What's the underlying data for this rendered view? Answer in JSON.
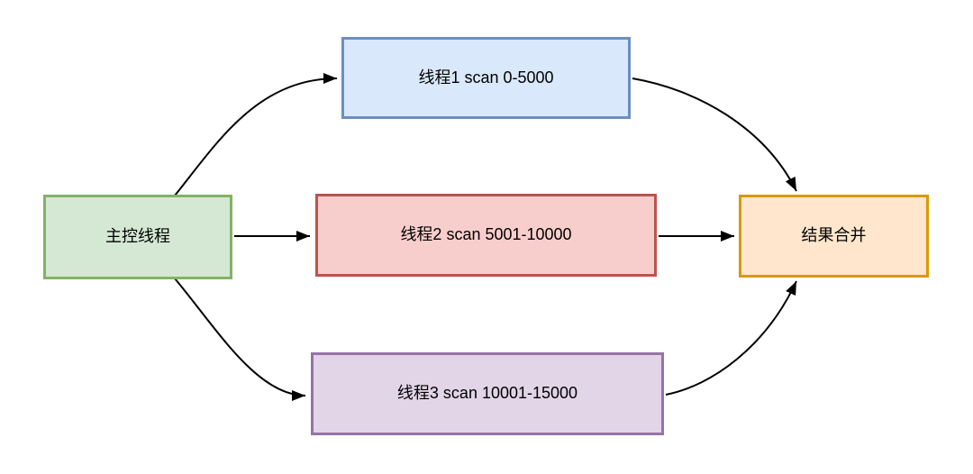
{
  "diagram": {
    "type": "flowchart",
    "background": "#ffffff",
    "arrow_color": "#000000",
    "text_color": "#000000",
    "nodes": {
      "main": {
        "label": "主控线程",
        "fill": "#d5e8d4",
        "border": "#82b366"
      },
      "thread1": {
        "label": "线程1 scan 0-5000",
        "fill": "#dae8fc",
        "border": "#6c8ebf"
      },
      "thread2": {
        "label": "线程2 scan 5001-10000",
        "fill": "#f8cecc",
        "border": "#b85450"
      },
      "thread3": {
        "label": "线程3 scan 10001-15000",
        "fill": "#e1d5e7",
        "border": "#9673a6"
      },
      "merge": {
        "label": "结果合并",
        "fill": "#ffe6cc",
        "border": "#d79b00"
      }
    },
    "edges": [
      {
        "from": "main",
        "to": "thread1"
      },
      {
        "from": "main",
        "to": "thread2"
      },
      {
        "from": "main",
        "to": "thread3"
      },
      {
        "from": "thread1",
        "to": "merge"
      },
      {
        "from": "thread2",
        "to": "merge"
      },
      {
        "from": "thread3",
        "to": "merge"
      }
    ]
  }
}
